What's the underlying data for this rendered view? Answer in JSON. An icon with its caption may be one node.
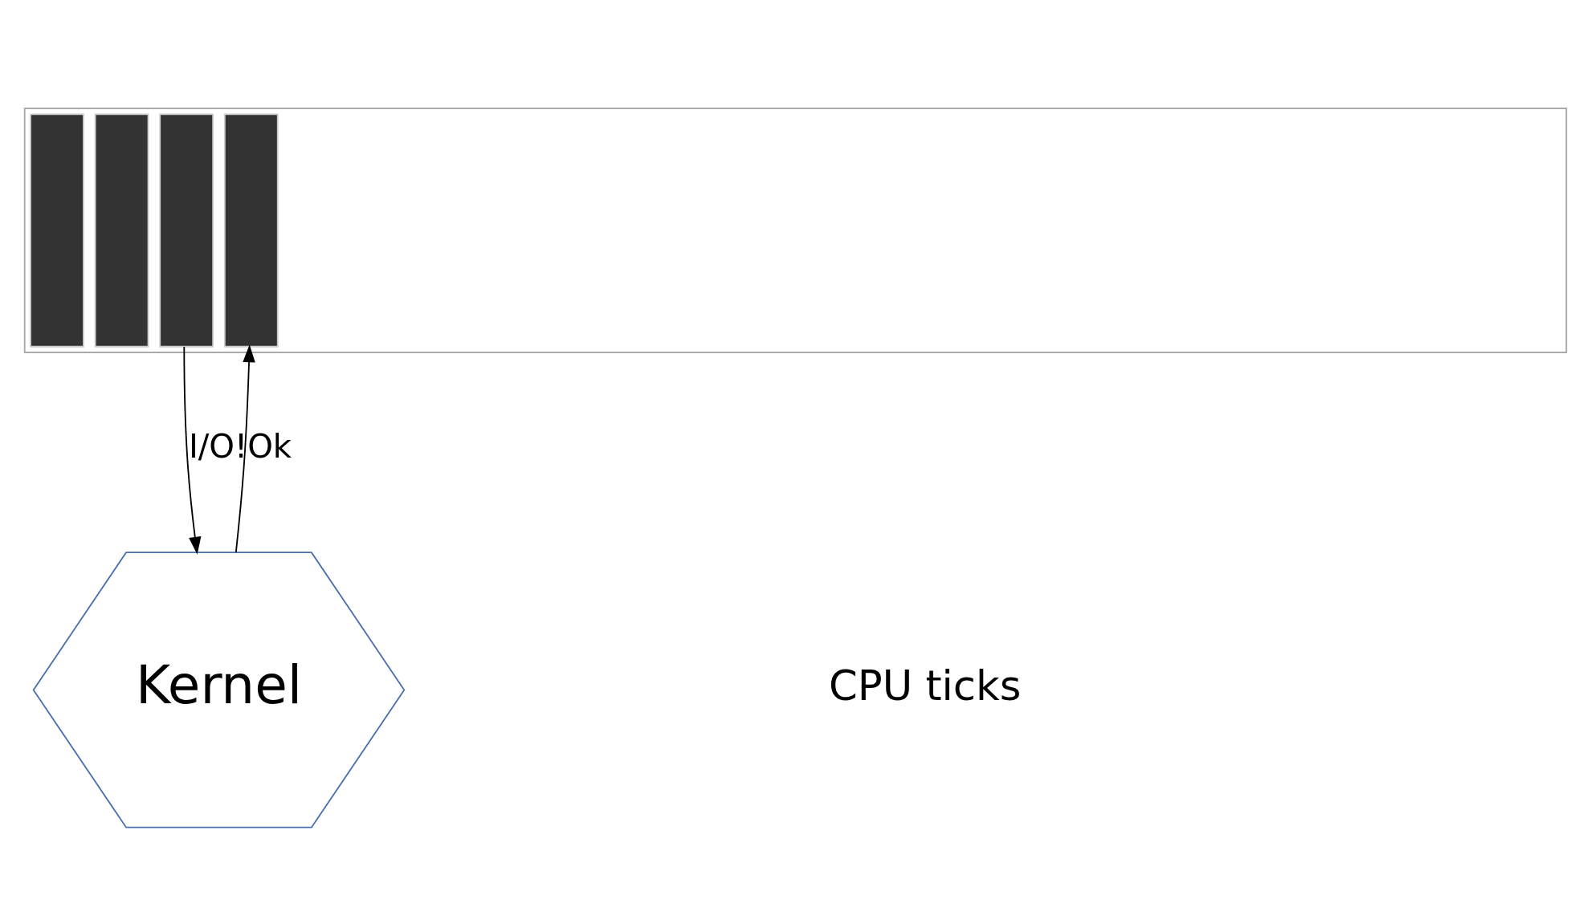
{
  "diagram": {
    "nodes": [
      {
        "text": [],
        "shape": "box"
      },
      {
        "text": [],
        "shape": "bar",
        "in": 0
      },
      {
        "text": [],
        "shape": "bar",
        "in": 0
      },
      {
        "text": [],
        "shape": "bar",
        "in": 0
      },
      {
        "text": [],
        "shape": "bar",
        "in": 0
      },
      {
        "text": [
          "Kernel"
        ]
      }
    ],
    "edges": [
      {
        "from": 3,
        "to": 5,
        "arrow": "to",
        "label": "I/O!"
      },
      {
        "from": 5,
        "to": 4,
        "arrow": "to",
        "label": "Ok"
      }
    ],
    "labels": [
      "CPU ticks"
    ]
  }
}
